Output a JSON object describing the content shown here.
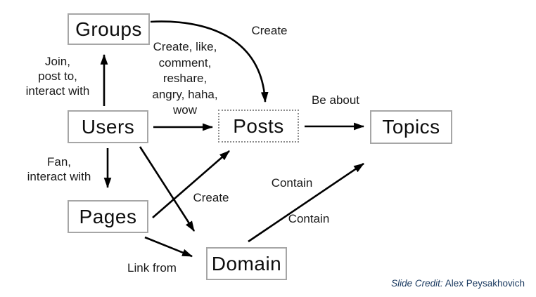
{
  "diagram": {
    "title_hint": "Entity relationship diagram of a social network (Groups, Users, Posts, Topics, Pages, Domain)",
    "colors": {
      "background": "#ffffff",
      "box_border": "#a6a6a6",
      "posts_box_border_style": "dotted",
      "arrow": "#000000",
      "text": "#1a1a1a",
      "credit_text": "#17375e"
    },
    "nodes": {
      "groups": {
        "label": "Groups"
      },
      "users": {
        "label": "Users"
      },
      "posts": {
        "label": "Posts"
      },
      "topics": {
        "label": "Topics"
      },
      "pages": {
        "label": "Pages"
      },
      "domain": {
        "label": "Domain"
      }
    },
    "labels": {
      "users_groups": "Join,\npost to,\ninteract with",
      "users_posts": "Create, like,\ncomment,\nreshare,\nangry, haha,\nwow",
      "groups_posts": "Create",
      "posts_topics": "Be about",
      "users_pages": "Fan,\ninteract with",
      "pages_posts": "Create",
      "domain_topics_upper": "Contain",
      "domain_topics_lower": "Contain",
      "pages_domain": "Link from"
    },
    "edges": [
      "Users -> Groups",
      "Users -> Posts",
      "Groups -> Posts",
      "Posts -> Topics",
      "Users -> Pages",
      "Users -> Domain",
      "Pages -> Posts",
      "Domain -> Topics",
      "Pages -> Domain"
    ],
    "credit": {
      "prefix": "Slide Credit:",
      "name": "Alex Peysakhovich"
    }
  }
}
